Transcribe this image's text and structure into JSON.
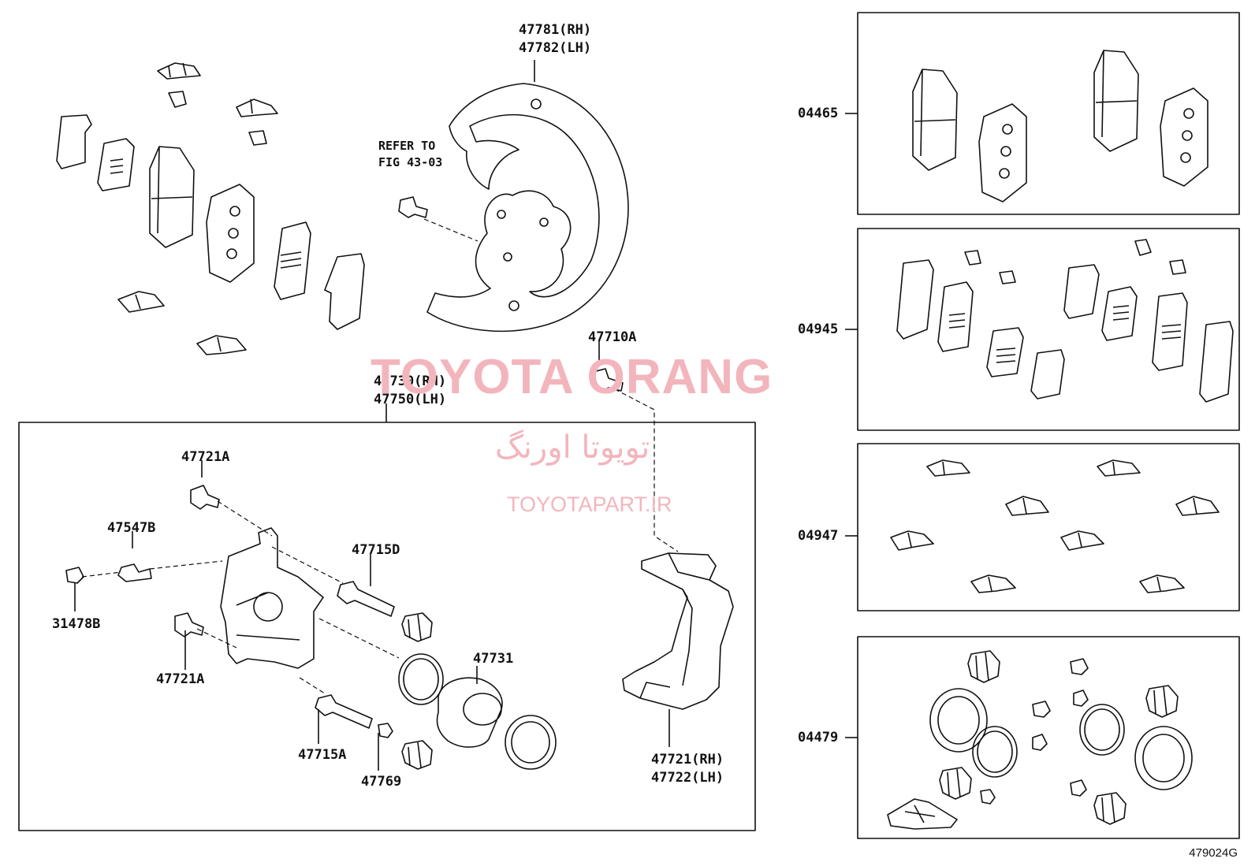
{
  "labels": {
    "shield_rh": "47781(RH)",
    "shield_lh": "47782(LH)",
    "refer_1": "REFER TO",
    "refer_2": "FIG 43-03",
    "bolt_47710a": "47710A",
    "caliper_rh": "47730(RH)",
    "caliper_lh": "47750(LH)",
    "bolt_47721a_top": "47721A",
    "bleeder_47547b": "47547B",
    "cap_31478b": "31478B",
    "pin_47715d": "47715D",
    "bolt_47721a_bottom": "47721A",
    "piston_47731": "47731",
    "pin_47715a": "47715A",
    "bush_47769": "47769",
    "mount_rh": "47721(RH)",
    "mount_lh": "47722(LH)",
    "kit_04465": "04465",
    "kit_04945": "04945",
    "kit_04947": "04947",
    "kit_04479": "04479"
  },
  "watermark": {
    "title": "TOYOTA ORANG",
    "farsi": "تویوتا اورنگ",
    "url": "TOYOTAPART.IR",
    "color": "#f3b5bc"
  },
  "figure_number": "479024G"
}
